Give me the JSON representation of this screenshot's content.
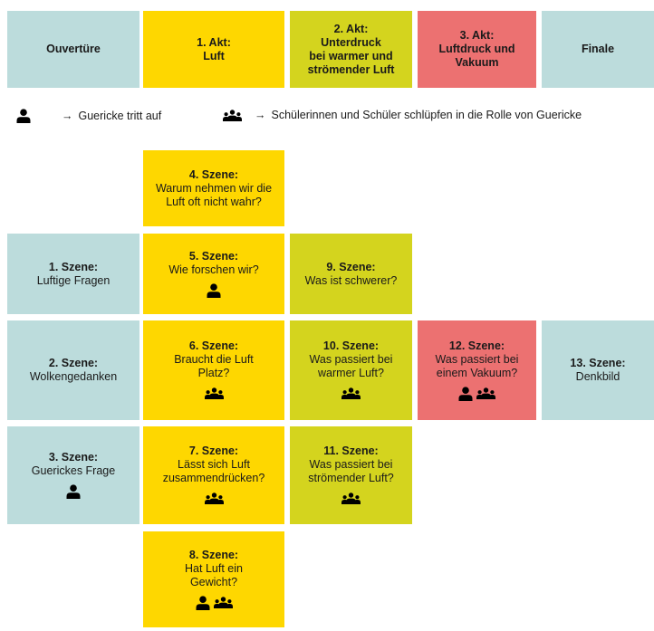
{
  "acts": [
    {
      "id": "ouverture",
      "lines": [
        "Ouvertüre"
      ]
    },
    {
      "id": "akt1",
      "lines": [
        "1. Akt:",
        "Luft"
      ]
    },
    {
      "id": "akt2",
      "lines": [
        "2. Akt:",
        "Unterdruck",
        "bei warmer und",
        "strömender Luft"
      ]
    },
    {
      "id": "akt3",
      "lines": [
        "3. Akt:",
        "Luftdruck und",
        "Vakuum"
      ]
    },
    {
      "id": "finale",
      "lines": [
        "Finale"
      ]
    }
  ],
  "legend": {
    "single_arrow": "→",
    "single_text": "Guericke tritt auf",
    "group_arrow": "→",
    "group_text": "Schülerinnen und Schüler schlüpfen in die Rolle von Guericke"
  },
  "scenes": {
    "s1": {
      "title": "1. Szene:",
      "text": "Luftige Fragen",
      "icons": []
    },
    "s2": {
      "title": "2. Szene:",
      "text": "Wolkengedanken",
      "icons": []
    },
    "s3": {
      "title": "3. Szene:",
      "text": "Guerickes Frage",
      "icons": [
        "person"
      ]
    },
    "s4": {
      "title": "4. Szene:",
      "text": "Warum nehmen wir die Luft oft nicht wahr?",
      "icons": []
    },
    "s5": {
      "title": "5. Szene:",
      "text": "Wie forschen wir?",
      "icons": [
        "person"
      ]
    },
    "s6": {
      "title": "6. Szene:",
      "text": "Braucht die Luft Platz?",
      "icons": [
        "group"
      ]
    },
    "s7": {
      "title": "7. Szene:",
      "text": "Lässt sich Luft zusammendrücken?",
      "icons": [
        "group"
      ]
    },
    "s8": {
      "title": "8. Szene:",
      "text": "Hat Luft ein Gewicht?",
      "icons": [
        "person",
        "group"
      ]
    },
    "s9": {
      "title": "9. Szene:",
      "text": "Was ist schwerer?",
      "icons": []
    },
    "s10": {
      "title": "10. Szene:",
      "text": "Was passiert bei warmer Luft?",
      "icons": [
        "group"
      ]
    },
    "s11": {
      "title": "11. Szene:",
      "text": "Was passiert bei strömender Luft?",
      "icons": [
        "group"
      ]
    },
    "s12": {
      "title": "12. Szene:",
      "text": "Was passiert bei einem Vakuum?",
      "icons": [
        "person",
        "group"
      ]
    },
    "s13": {
      "title": "13. Szene:",
      "text": "Denkbild",
      "icons": []
    }
  },
  "colors": {
    "blue": "#bcdcdc",
    "yellow": "#fed700",
    "green": "#d4d41e",
    "red": "#ec7171"
  }
}
